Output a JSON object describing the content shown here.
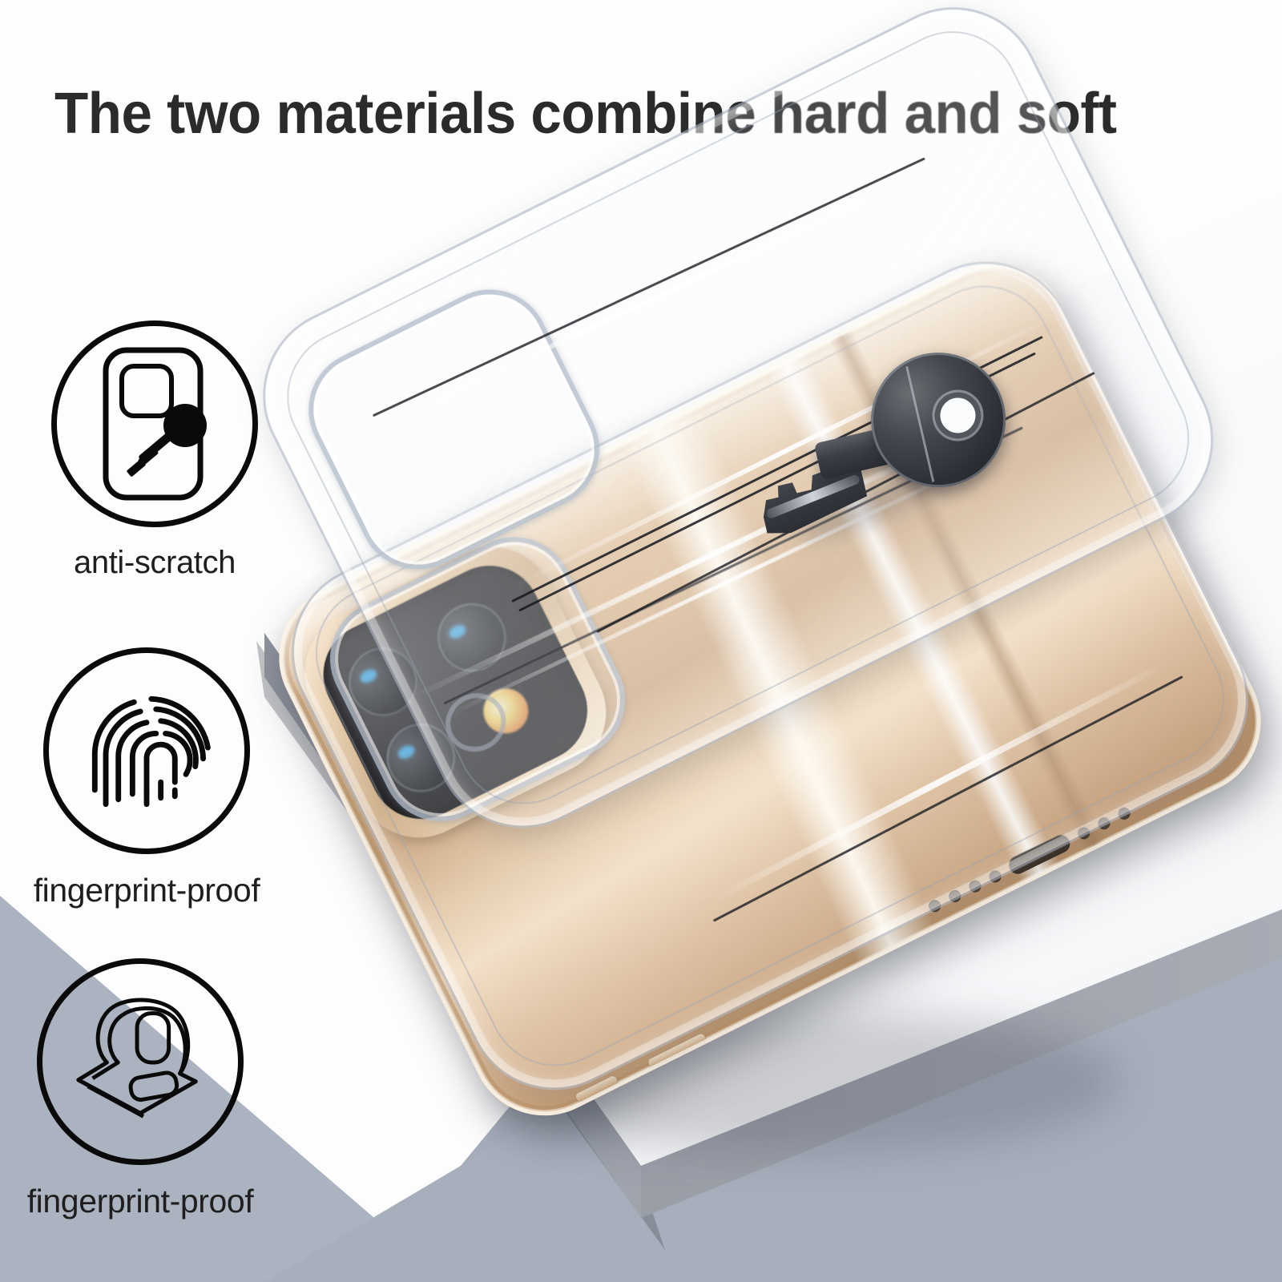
{
  "page": {
    "headline": "The two materials combine hard and soft",
    "background_white": "#fdfdfd",
    "background_gray_blue": "#a6adba",
    "headline_color": "#2b2b2b"
  },
  "features": [
    {
      "id": "anti-scratch",
      "label": "anti-scratch",
      "icon": "phone-with-key-icon",
      "icon_description": "rounded phone back with camera square and a key scratching across it"
    },
    {
      "id": "fingerprint-proof",
      "label": "fingerprint-proof",
      "icon": "fingerprint-icon",
      "icon_description": "concentric fingerprint ridge pattern"
    },
    {
      "id": "flexible",
      "label": "fingerprint-proof",
      "icon": "flexible-case-icon",
      "icon_description": "bending soft TPU phone case curled over itself"
    }
  ],
  "product": {
    "phone": {
      "name": "gold-smartphone",
      "finish_color": "#d9b791",
      "camera_count": 3,
      "camera_module": "triple-camera-square",
      "port": "lightning-port",
      "speaker_holes": 7
    },
    "cases": [
      {
        "name": "clear-case-upper",
        "material": "hard-transparent-back"
      },
      {
        "name": "clear-case-lower",
        "material": "soft-tpu-bumper"
      }
    ],
    "key": {
      "name": "metal-key",
      "color": "#3b3e44",
      "description": "dark metal key resting on the clear case demonstrating scratch resistance"
    },
    "platform": {
      "name": "white-display-slab",
      "top_color": "#ffffff",
      "edge_color": "#8e9299"
    }
  }
}
